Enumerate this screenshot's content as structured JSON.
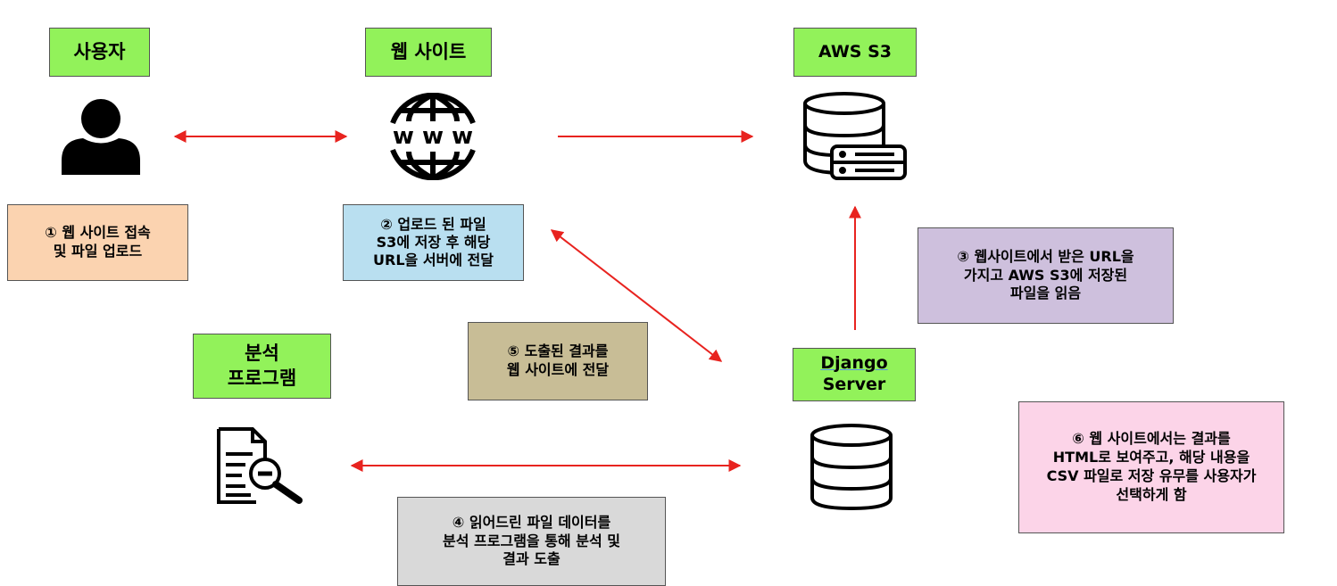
{
  "labels": {
    "user": "사용자",
    "website": "웹 사이트",
    "s3": "AWS S3",
    "analysis": "분석\n프로그램",
    "django_line1": "Django",
    "django_line2": "Server"
  },
  "steps": {
    "step1": "① 웹 사이트 접속\n및 파일 업로드",
    "step2": "② 업로드 된 파일\nS3에 저장 후 해당\nURL을 서버에 전달",
    "step3": "③ 웹사이트에서 받은 URL을\n가지고 AWS S3에 저장된\n파일을 읽음",
    "step4": "④ 읽어드린 파일 데이터를\n분석 프로그램을 통해 분석 및\n결과 도출",
    "step5": "⑤ 도출된 결과를\n웹 사이트에 전달",
    "step6": "⑥ 웹 사이트에서는 결과를\nHTML로 보여주고, 해당 내용을\nCSV 파일로 저장 유무를 사용자가\n선택하게 함"
  },
  "icons": {
    "user": "user-icon",
    "website": "globe-www-icon",
    "s3": "database-server-icon",
    "analysis": "document-search-icon",
    "django": "database-icon"
  },
  "colors": {
    "header": "#92f25a",
    "step1": "#fbd3b0",
    "step2": "#b9dff0",
    "step3": "#cec0dd",
    "step4": "#d9d9d9",
    "step5": "#c8bd96",
    "step6": "#fcd4e8",
    "arrow": "#e8231f"
  }
}
